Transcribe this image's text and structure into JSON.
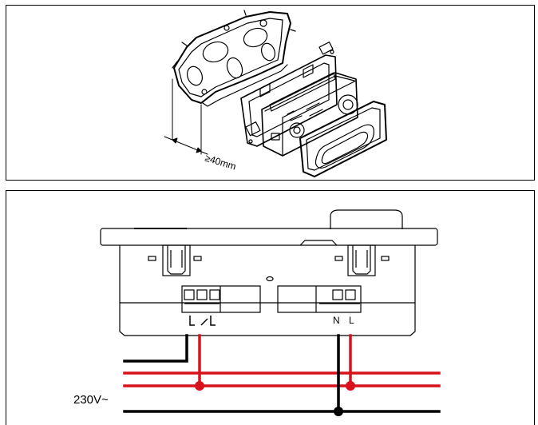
{
  "top_panel": {
    "dimension_label": "≥40mm"
  },
  "bottom_panel": {
    "terminal_labels": {
      "neutral": "N",
      "live": "L"
    },
    "voltage_label": "230V~"
  },
  "colors": {
    "line": "#000000",
    "live_wire": "#d8121b",
    "neutral_wire": "#000000"
  }
}
